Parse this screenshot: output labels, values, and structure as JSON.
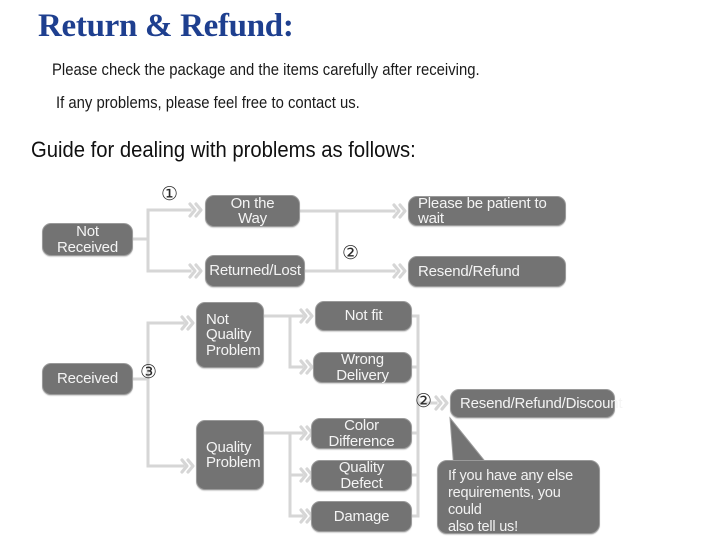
{
  "header": {
    "title": "Return & Refund:",
    "intro_line_1": "Please check the package and the items carefully after receiving.",
    "intro_line_2": "If any problems, please feel free to contact us.",
    "guide_line": "Guide for dealing with problems as follows:"
  },
  "colors": {
    "title_blue": "#1e3f8f",
    "node_fill": "#737373",
    "node_border": "#9a9a9a",
    "node_text": "#f4f4f4",
    "wire": "#d6d6d6",
    "page_background": "#ffffff"
  },
  "flow": {
    "nodes": {
      "not_received": "Not Received",
      "on_the_way": "On the Way",
      "returned_lost": "Returned/Lost",
      "please_be_patient": "Please be patient to wait",
      "resend_refund": "Resend/Refund",
      "received": "Received",
      "not_quality_problem": "Not\nQuality\nProblem",
      "quality_problem": "Quality\nProblem",
      "not_fit": "Not fit",
      "wrong_delivery": "Wrong Delivery",
      "color_difference": "Color Difference",
      "quality_defect": "Quality Defect",
      "damage": "Damage",
      "resend_refund_discount": "Resend/Refund/Discount"
    },
    "markers": {
      "one": "①",
      "two_top": "②",
      "three": "③",
      "two_bottom": "②"
    },
    "bubble_text": "If you have any else\nrequirements, you could\nalso tell us!"
  }
}
